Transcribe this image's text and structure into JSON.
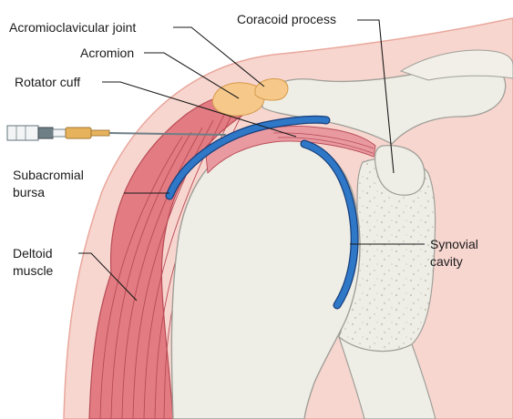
{
  "labels": {
    "acromioclavicular_joint": "Acromioclavicular joint",
    "coracoid_process": "Coracoid process",
    "acromion": "Acromion",
    "rotator_cuff": "Rotator cuff",
    "subacromial_bursa_line1": "Subacromial",
    "subacromial_bursa_line2": "bursa",
    "deltoid_line1": "Deltoid",
    "deltoid_line2": "muscle",
    "synovial_line1": "Synovial",
    "synovial_line2": "cavity"
  },
  "colors": {
    "skin": "#f7d6cf",
    "skin_outline": "#e9a79c",
    "muscle": "#e27c82",
    "muscle_fiber": "#b94a55",
    "bone": "#efeee6",
    "bone_outline": "#9f9f98",
    "acromion_pad": "#f6c98b",
    "bursa_fill": "#2f78c8",
    "bursa_outline": "#173e7a",
    "syringe_metal": "#6f7f86",
    "hub": "#e6b35c"
  }
}
